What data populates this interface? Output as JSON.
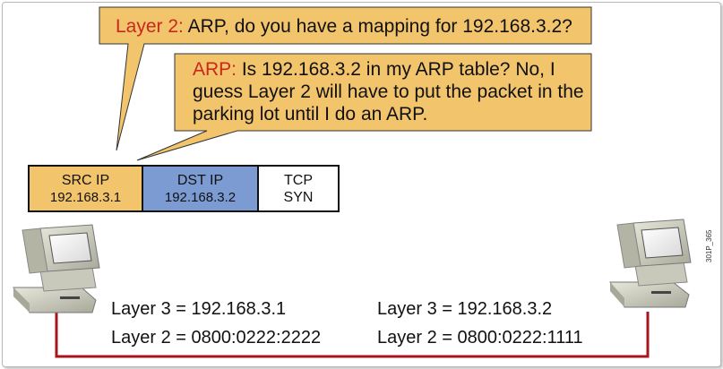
{
  "callouts": {
    "layer2": {
      "speaker": "Layer 2:",
      "message": " ARP, do you have a mapping for 192.168.3.2?"
    },
    "arp": {
      "speaker": "ARP:",
      "message": " Is 192.168.3.2 in my ARP table? No, I guess Layer 2 will have to put the packet in the parking lot until I do an ARP."
    }
  },
  "packet": {
    "src": {
      "title": "SRC IP",
      "value": "192.168.3.1"
    },
    "dst": {
      "title": "DST IP",
      "value": "192.168.3.2"
    },
    "tcp": {
      "title": "TCP",
      "value": "SYN"
    }
  },
  "hosts": {
    "left": {
      "layer3": "Layer 3 = 192.168.3.1",
      "layer2": "Layer 2 = 0800:0222:2222"
    },
    "right": {
      "layer3": "Layer 3 = 192.168.3.2",
      "layer2": "Layer 2 = 0800:0222:1111"
    }
  },
  "figure_code": "301P_365",
  "colors": {
    "callout_fill": "#f2c46c",
    "speaker_red": "#c8281e",
    "src_fill": "#f2c46c",
    "dst_fill": "#7b9bd2",
    "link_red": "#a8141c"
  }
}
